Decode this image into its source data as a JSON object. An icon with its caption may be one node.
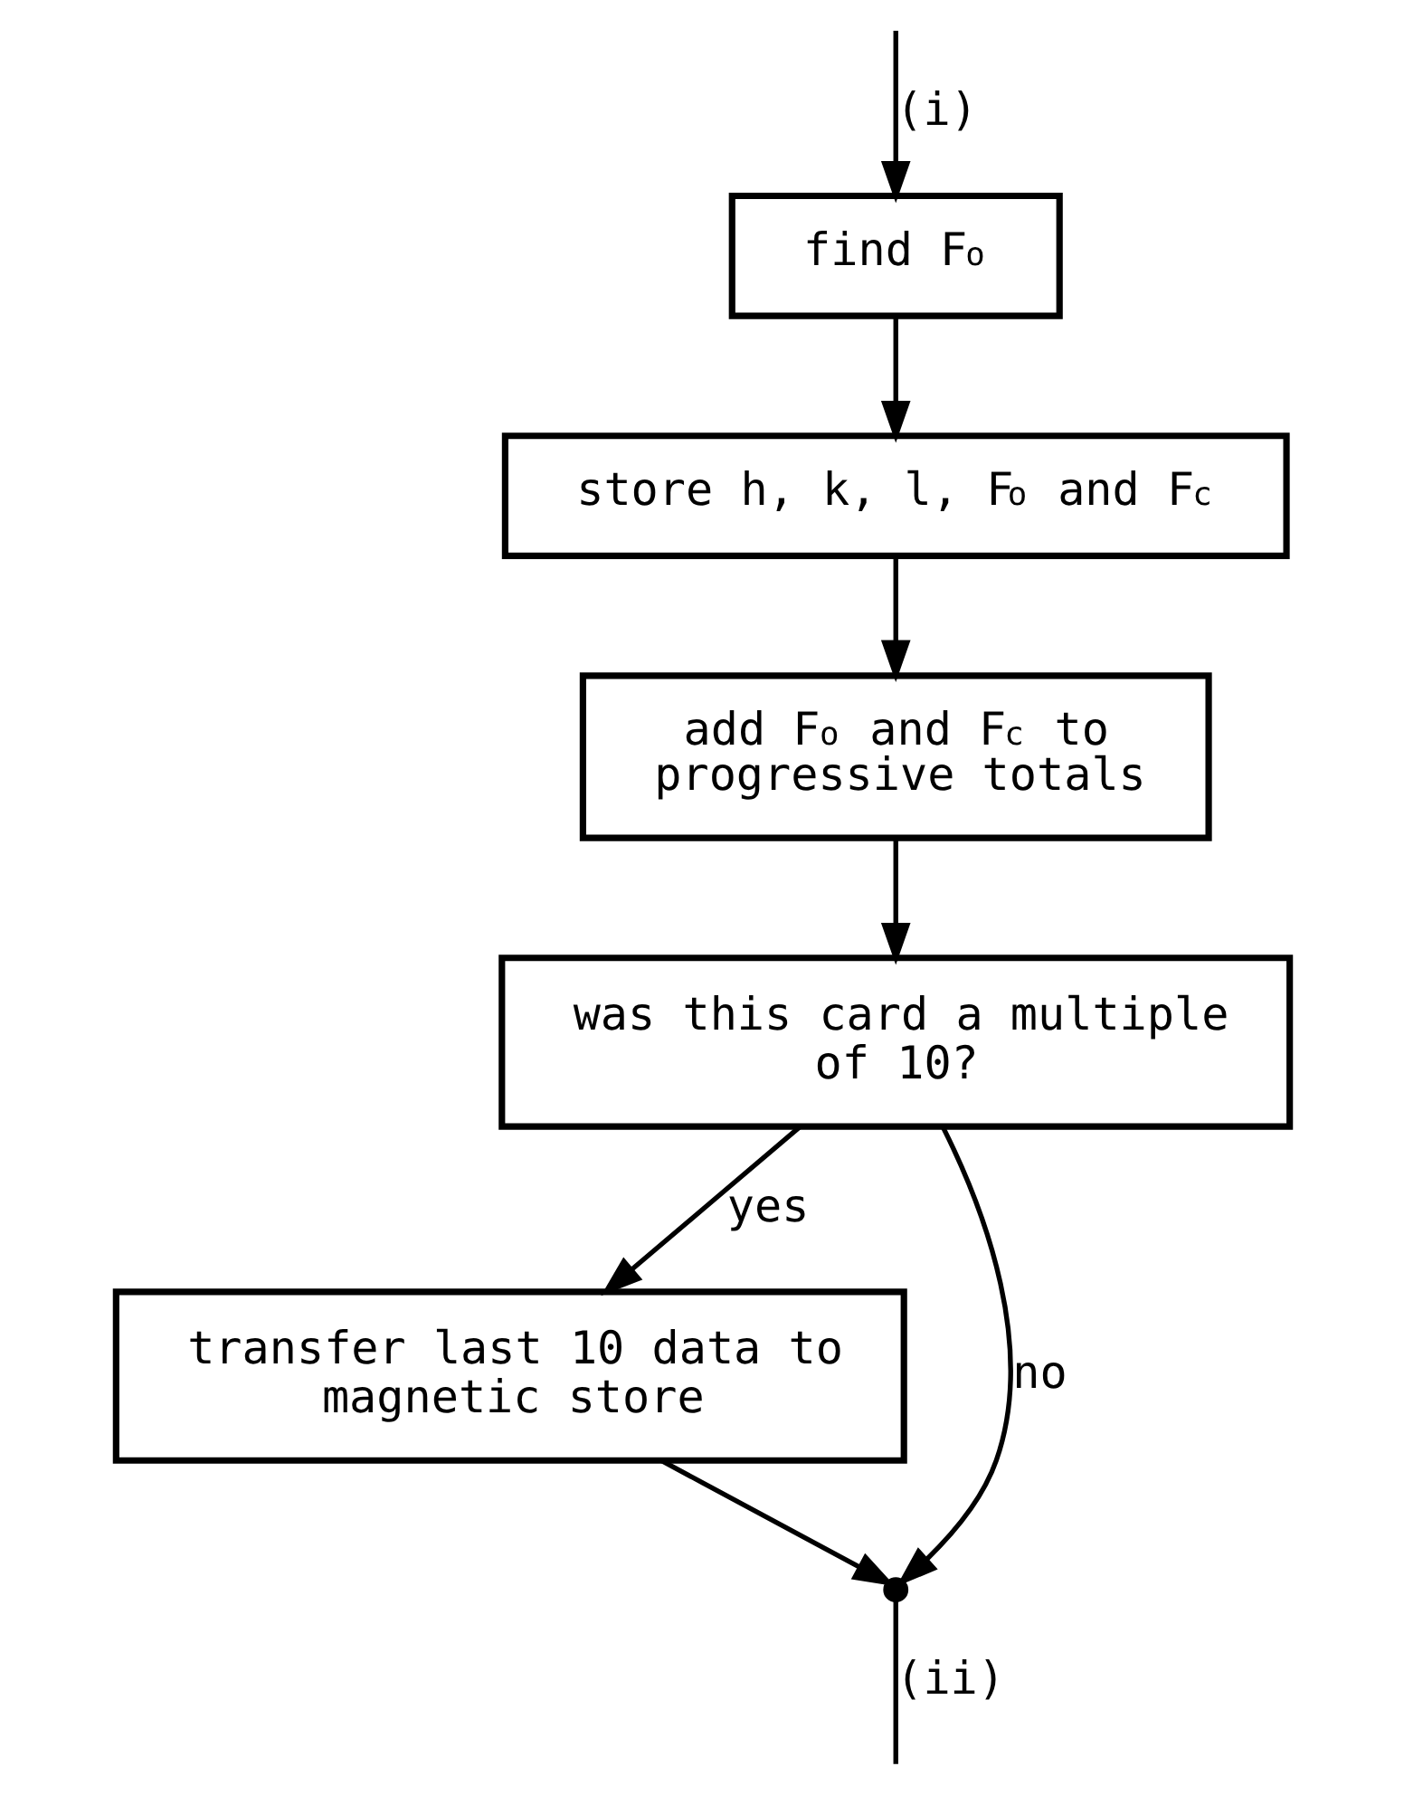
{
  "diagram": {
    "nodes": [
      {
        "text": [
          "find F$_{o}$"
        ]
      },
      {
        "text": [
          "store h, k, l, F$_{o}$ and F$_{c}$"
        ]
      },
      {
        "text": [
          "add F$_{o}$ and F$_{c}$ to progressive totals"
        ]
      },
      {
        "text": [
          "was this card a multiple of 10?"
        ]
      },
      {
        "text": [
          "transfer last 10 data to magnetic store"
        ]
      },
      {
        "text": [],
        "shape": "point"
      }
    ],
    "edges": [
      {
        "from": null,
        "to": 0,
        "arrow": "to",
        "label": "(i)"
      },
      {
        "from": 0,
        "to": 1,
        "arrow": "to"
      },
      {
        "from": 1,
        "to": 2,
        "arrow": "to"
      },
      {
        "from": 2,
        "to": 3,
        "arrow": "to"
      },
      {
        "from": 3,
        "to": 4,
        "arrow": "to",
        "label": "yes"
      },
      {
        "from": 3,
        "to": 5,
        "arrow": "to",
        "label": "no"
      },
      {
        "from": 4,
        "to": 5,
        "arrow": "to"
      },
      {
        "from": 5,
        "to": null,
        "arrow": "none",
        "label": "(ii)"
      }
    ]
  }
}
